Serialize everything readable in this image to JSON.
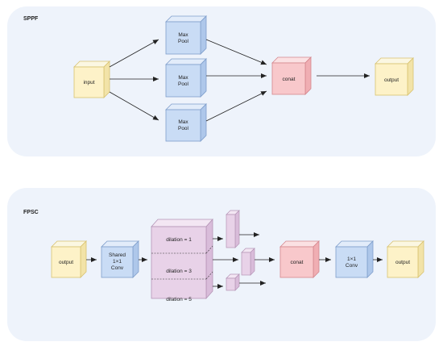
{
  "panels": {
    "sppf": {
      "title": "SPPF"
    },
    "fpsc": {
      "title": "FPSC"
    }
  },
  "sppf": {
    "input": "input",
    "pool1": [
      "Max",
      "Pool"
    ],
    "pool2": [
      "Max",
      "Pool"
    ],
    "pool3": [
      "Max",
      "Pool"
    ],
    "concat": "conat",
    "output": "output"
  },
  "fpsc": {
    "input": "output",
    "shared": [
      "Shared",
      "1×1",
      "Conv"
    ],
    "dil1": "dilation = 1",
    "dil3": "dilation = 3",
    "dil5": "dilation = 5",
    "concat": "conat",
    "conv": [
      "1×1",
      "Conv"
    ],
    "output": "output"
  },
  "colors": {
    "panel": "#eef3fb",
    "yellow_front": "#fdf2c8",
    "yellow_top": "#fbf7e2",
    "yellow_side": "#f2e3a8",
    "yellow_stroke": "#d8c270",
    "blue_front": "#c9dcf5",
    "blue_top": "#e2ecfa",
    "blue_side": "#aec7ea",
    "blue_stroke": "#7f9ecb",
    "red_front": "#f8c8cb",
    "red_top": "#fbe1e3",
    "red_side": "#f0aeb3",
    "red_stroke": "#d4868d",
    "purple_front": "#e8d2e8",
    "purple_top": "#f3e6f3",
    "purple_side": "#d9bcda",
    "purple_stroke": "#b494b6"
  }
}
